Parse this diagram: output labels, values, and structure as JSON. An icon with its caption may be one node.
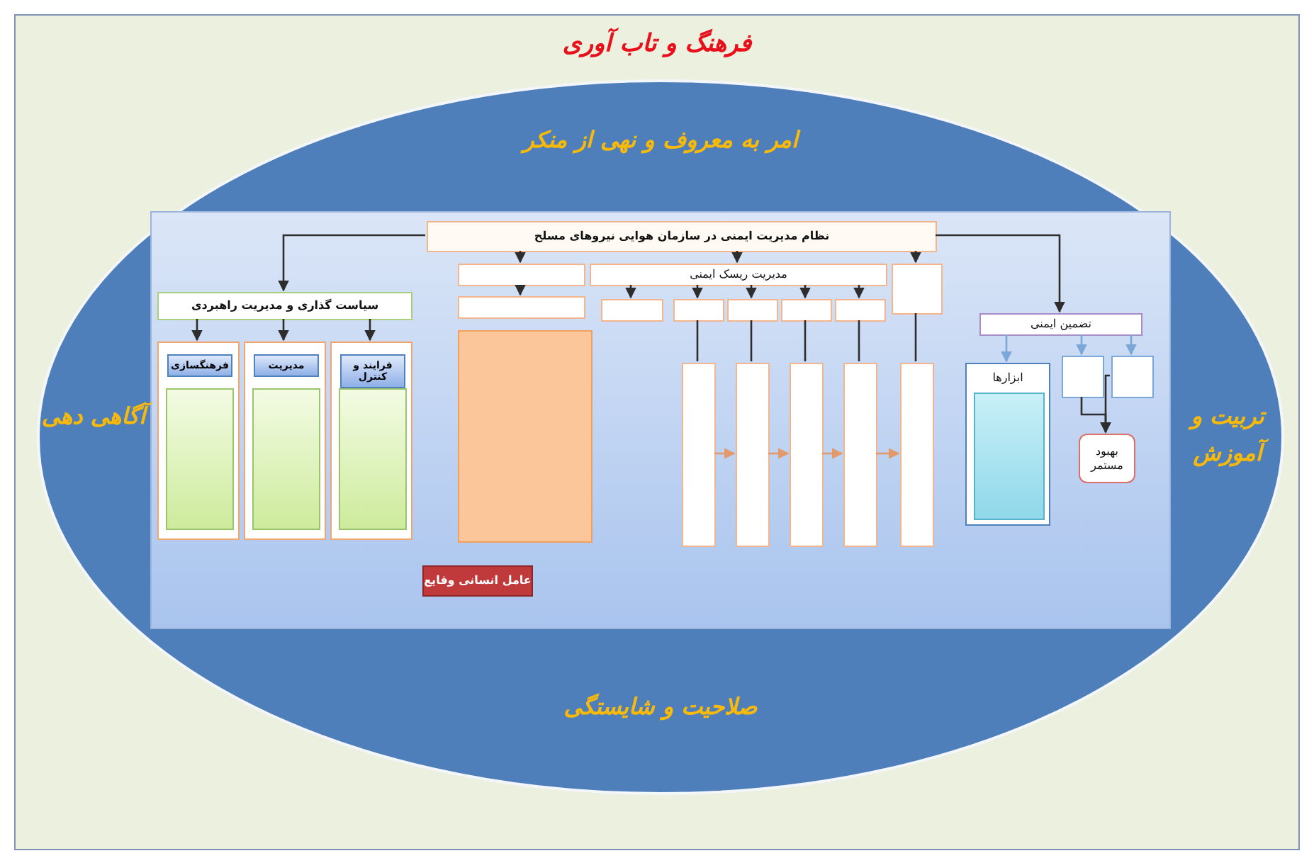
{
  "diagram": {
    "nodes": [
      {
        "text": [
          "فرهنگ و تاب آوری"
        ]
      },
      {
        "text": [
          "امر به معروف و نهی از منکر",
          "آگاهی دهی",
          "تربیت و آموزش",
          "صلاحیت و شایستگی"
        ],
        "in": 0
      },
      {
        "text": [
          "نظام مدیریت ایمنی در سازمان هوایی نیروهای مسلح"
        ],
        "in": 1
      },
      {
        "text": [
          "سیاست گذاری و مدیریت راهبردی"
        ],
        "in": 1
      },
      {
        "text": [
          "فرایند و کنترل"
        ],
        "in": 1
      },
      {
        "text": [
          "مدیریت"
        ],
        "in": 1
      },
      {
        "text": [
          "فرهنگسازی"
        ],
        "in": 1
      },
      {
        "text": [],
        "shape": "box",
        "in": 1
      },
      {
        "text": [],
        "shape": "box",
        "in": 1
      },
      {
        "text": [],
        "shape": "box",
        "in": 1
      },
      {
        "text": [
          "مدیریت ریسک ایمنی"
        ],
        "in": 1
      },
      {
        "text": [],
        "shape": "box",
        "in": 1
      },
      {
        "text": [],
        "shape": "box",
        "in": 1
      },
      {
        "text": [],
        "shape": "box",
        "in": 1
      },
      {
        "text": [],
        "shape": "box",
        "in": 1
      },
      {
        "text": [],
        "shape": "box",
        "in": 1
      },
      {
        "text": [],
        "shape": "box",
        "in": 1
      },
      {
        "text": [],
        "shape": "box",
        "in": 1
      },
      {
        "text": [],
        "shape": "box",
        "in": 1
      },
      {
        "text": [],
        "shape": "box",
        "in": 1
      },
      {
        "text": [],
        "shape": "box",
        "in": 1
      },
      {
        "text": [],
        "shape": "box",
        "in": 1
      },
      {
        "text": [
          "عامل انسانی وقایع"
        ],
        "in": 1
      },
      {
        "text": [
          "تضمین ایمنی"
        ],
        "in": 1
      },
      {
        "text": [
          "ابزارها"
        ],
        "in": 1
      },
      {
        "text": [],
        "shape": "box",
        "in": 1
      },
      {
        "text": [],
        "shape": "box",
        "in": 1
      },
      {
        "text": [
          "بهبود مستمر"
        ],
        "in": 1
      }
    ],
    "edges": [
      {
        "from": 2,
        "to": 3,
        "arrow": "to"
      },
      {
        "from": 2,
        "to": 7,
        "arrow": "to"
      },
      {
        "from": 2,
        "to": 10,
        "arrow": "to"
      },
      {
        "from": 2,
        "to": 21,
        "arrow": "to"
      },
      {
        "from": 2,
        "to": 23,
        "arrow": "to"
      },
      {
        "from": 3,
        "to": 4,
        "arrow": "to"
      },
      {
        "from": 3,
        "to": 5,
        "arrow": "to"
      },
      {
        "from": 3,
        "to": 6,
        "arrow": "to"
      },
      {
        "from": 7,
        "to": 8,
        "arrow": "to"
      },
      {
        "from": 10,
        "to": 11,
        "arrow": "to"
      },
      {
        "from": 10,
        "to": 12,
        "arrow": "to"
      },
      {
        "from": 10,
        "to": 13,
        "arrow": "to"
      },
      {
        "from": 10,
        "to": 14,
        "arrow": "to"
      },
      {
        "from": 10,
        "to": 15,
        "arrow": "to"
      },
      {
        "from": 12,
        "to": 16,
        "arrow": "none"
      },
      {
        "from": 13,
        "to": 17,
        "arrow": "none"
      },
      {
        "from": 14,
        "to": 18,
        "arrow": "none"
      },
      {
        "from": 15,
        "to": 19,
        "arrow": "none"
      },
      {
        "from": 21,
        "to": 20,
        "arrow": "none"
      },
      {
        "from": 16,
        "to": 17,
        "arrow": "to",
        "color": "#e39a6b"
      },
      {
        "from": 17,
        "to": 18,
        "arrow": "to",
        "color": "#e39a6b"
      },
      {
        "from": 18,
        "to": 19,
        "arrow": "to",
        "color": "#e39a6b"
      },
      {
        "from": 19,
        "to": 20,
        "arrow": "to",
        "color": "#e39a6b"
      },
      {
        "from": 23,
        "to": 24,
        "arrow": "to",
        "color": "#7aa7d8"
      },
      {
        "from": 23,
        "to": 25,
        "arrow": "to",
        "color": "#7aa7d8"
      },
      {
        "from": 23,
        "to": 26,
        "arrow": "to",
        "color": "#7aa7d8"
      },
      {
        "from": 25,
        "to": 27,
        "arrow": "to"
      },
      {
        "from": 26,
        "to": 27,
        "arrow": "to"
      }
    ]
  }
}
